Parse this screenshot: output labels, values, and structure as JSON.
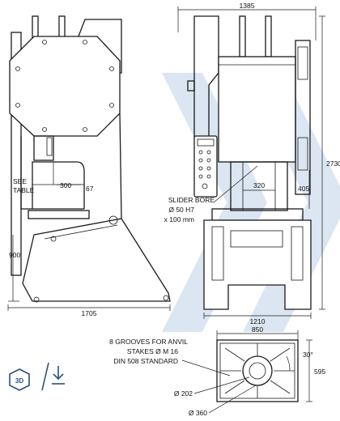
{
  "colors": {
    "line": "#1a1a1a",
    "watermark": "#dbe6f2",
    "icon": "#2b4f7a"
  },
  "left_view": {
    "see_table_line1": "SEE",
    "see_table_line2": "TABLE",
    "dim_300": "300",
    "dim_67": "67",
    "dim_900": "900",
    "dim_1705": "1705"
  },
  "front_view": {
    "dim_1385": "1385",
    "dim_2730": "2730",
    "dim_1210": "1210",
    "dim_320": "320",
    "dim_405": "405",
    "slider_bore_line1": "SLIDER BORE",
    "slider_bore_line2": "Ø 50 H7",
    "slider_bore_line3": "x 100 mm"
  },
  "table_view": {
    "dim_850": "850",
    "dim_595": "595",
    "angle_30": "30°",
    "dia_202": "Ø 202",
    "dia_360": "Ø 360",
    "note_line1": "8 GROOVES FOR ANVIL",
    "note_line2": "STAKES Ø M 16",
    "note_line3": "DIN 508 STANDARD"
  },
  "toolbar": {
    "view3d_label": "3D",
    "download_icon": "download-icon"
  }
}
